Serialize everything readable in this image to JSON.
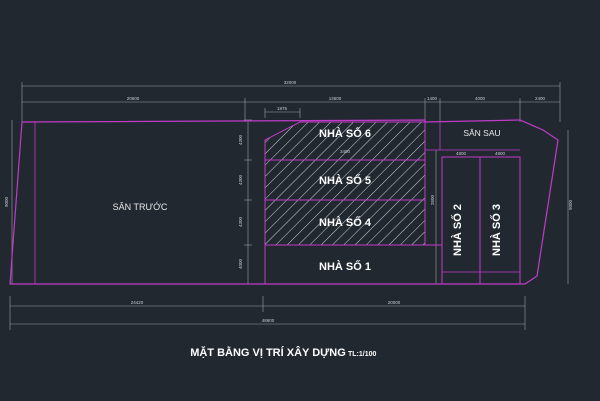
{
  "drawing": {
    "title": "MẶT BẰNG VỊ TRÍ XÂY DỰNG",
    "scale_label": "TL:1/100",
    "colors": {
      "background": "#212830",
      "plot_outline": "#c23ac8",
      "dimension_lines": "#9aa2ab",
      "hatch": "#cfd3d8",
      "text": "#ffffff"
    },
    "areas": {
      "front_yard": "SÂN TRƯỚC",
      "back_yard": "SÂN SAU",
      "house_6": "NHÀ SỐ 6",
      "house_5": "NHÀ SỐ 5",
      "house_4": "NHÀ SỐ 4",
      "house_1": "NHÀ SỐ 1",
      "house_2": "NHÀ SỐ 2",
      "house_3": "NHÀ SỐ 3"
    },
    "dimensions": {
      "top_total": "32000",
      "top_front": "20600",
      "top_mid": "13600",
      "top_gap": "1400",
      "top_right_a": "4000",
      "top_right_b": "2400",
      "top_step": "1975",
      "inner_a": "3400",
      "inner_b": "4800",
      "inner_c": "4800",
      "bottom_front": "24420",
      "bottom_mid": "20000",
      "bottom_total": "48600",
      "left_height": "9000",
      "right_height": "9000",
      "col_a": "4300",
      "col_b": "4300",
      "col_c": "4300",
      "col_d": "4000",
      "col_e": "2600"
    }
  }
}
